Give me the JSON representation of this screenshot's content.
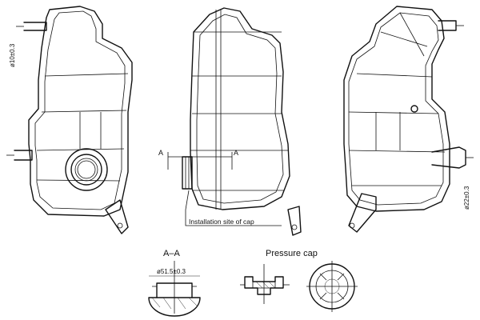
{
  "labels": {
    "dim_left": "ø10±0.3",
    "dim_right": "ø22±0.3",
    "section_marker": "A",
    "installation_note": "Installation site of cap",
    "section_title": "A–A",
    "cap_dim": "ø51.5±0.3",
    "pressure_cap_title": "Pressure cap"
  },
  "icons": {
    "filler_neck": "filler-neck-circle",
    "cap_top": "cap-top-view-icon"
  }
}
